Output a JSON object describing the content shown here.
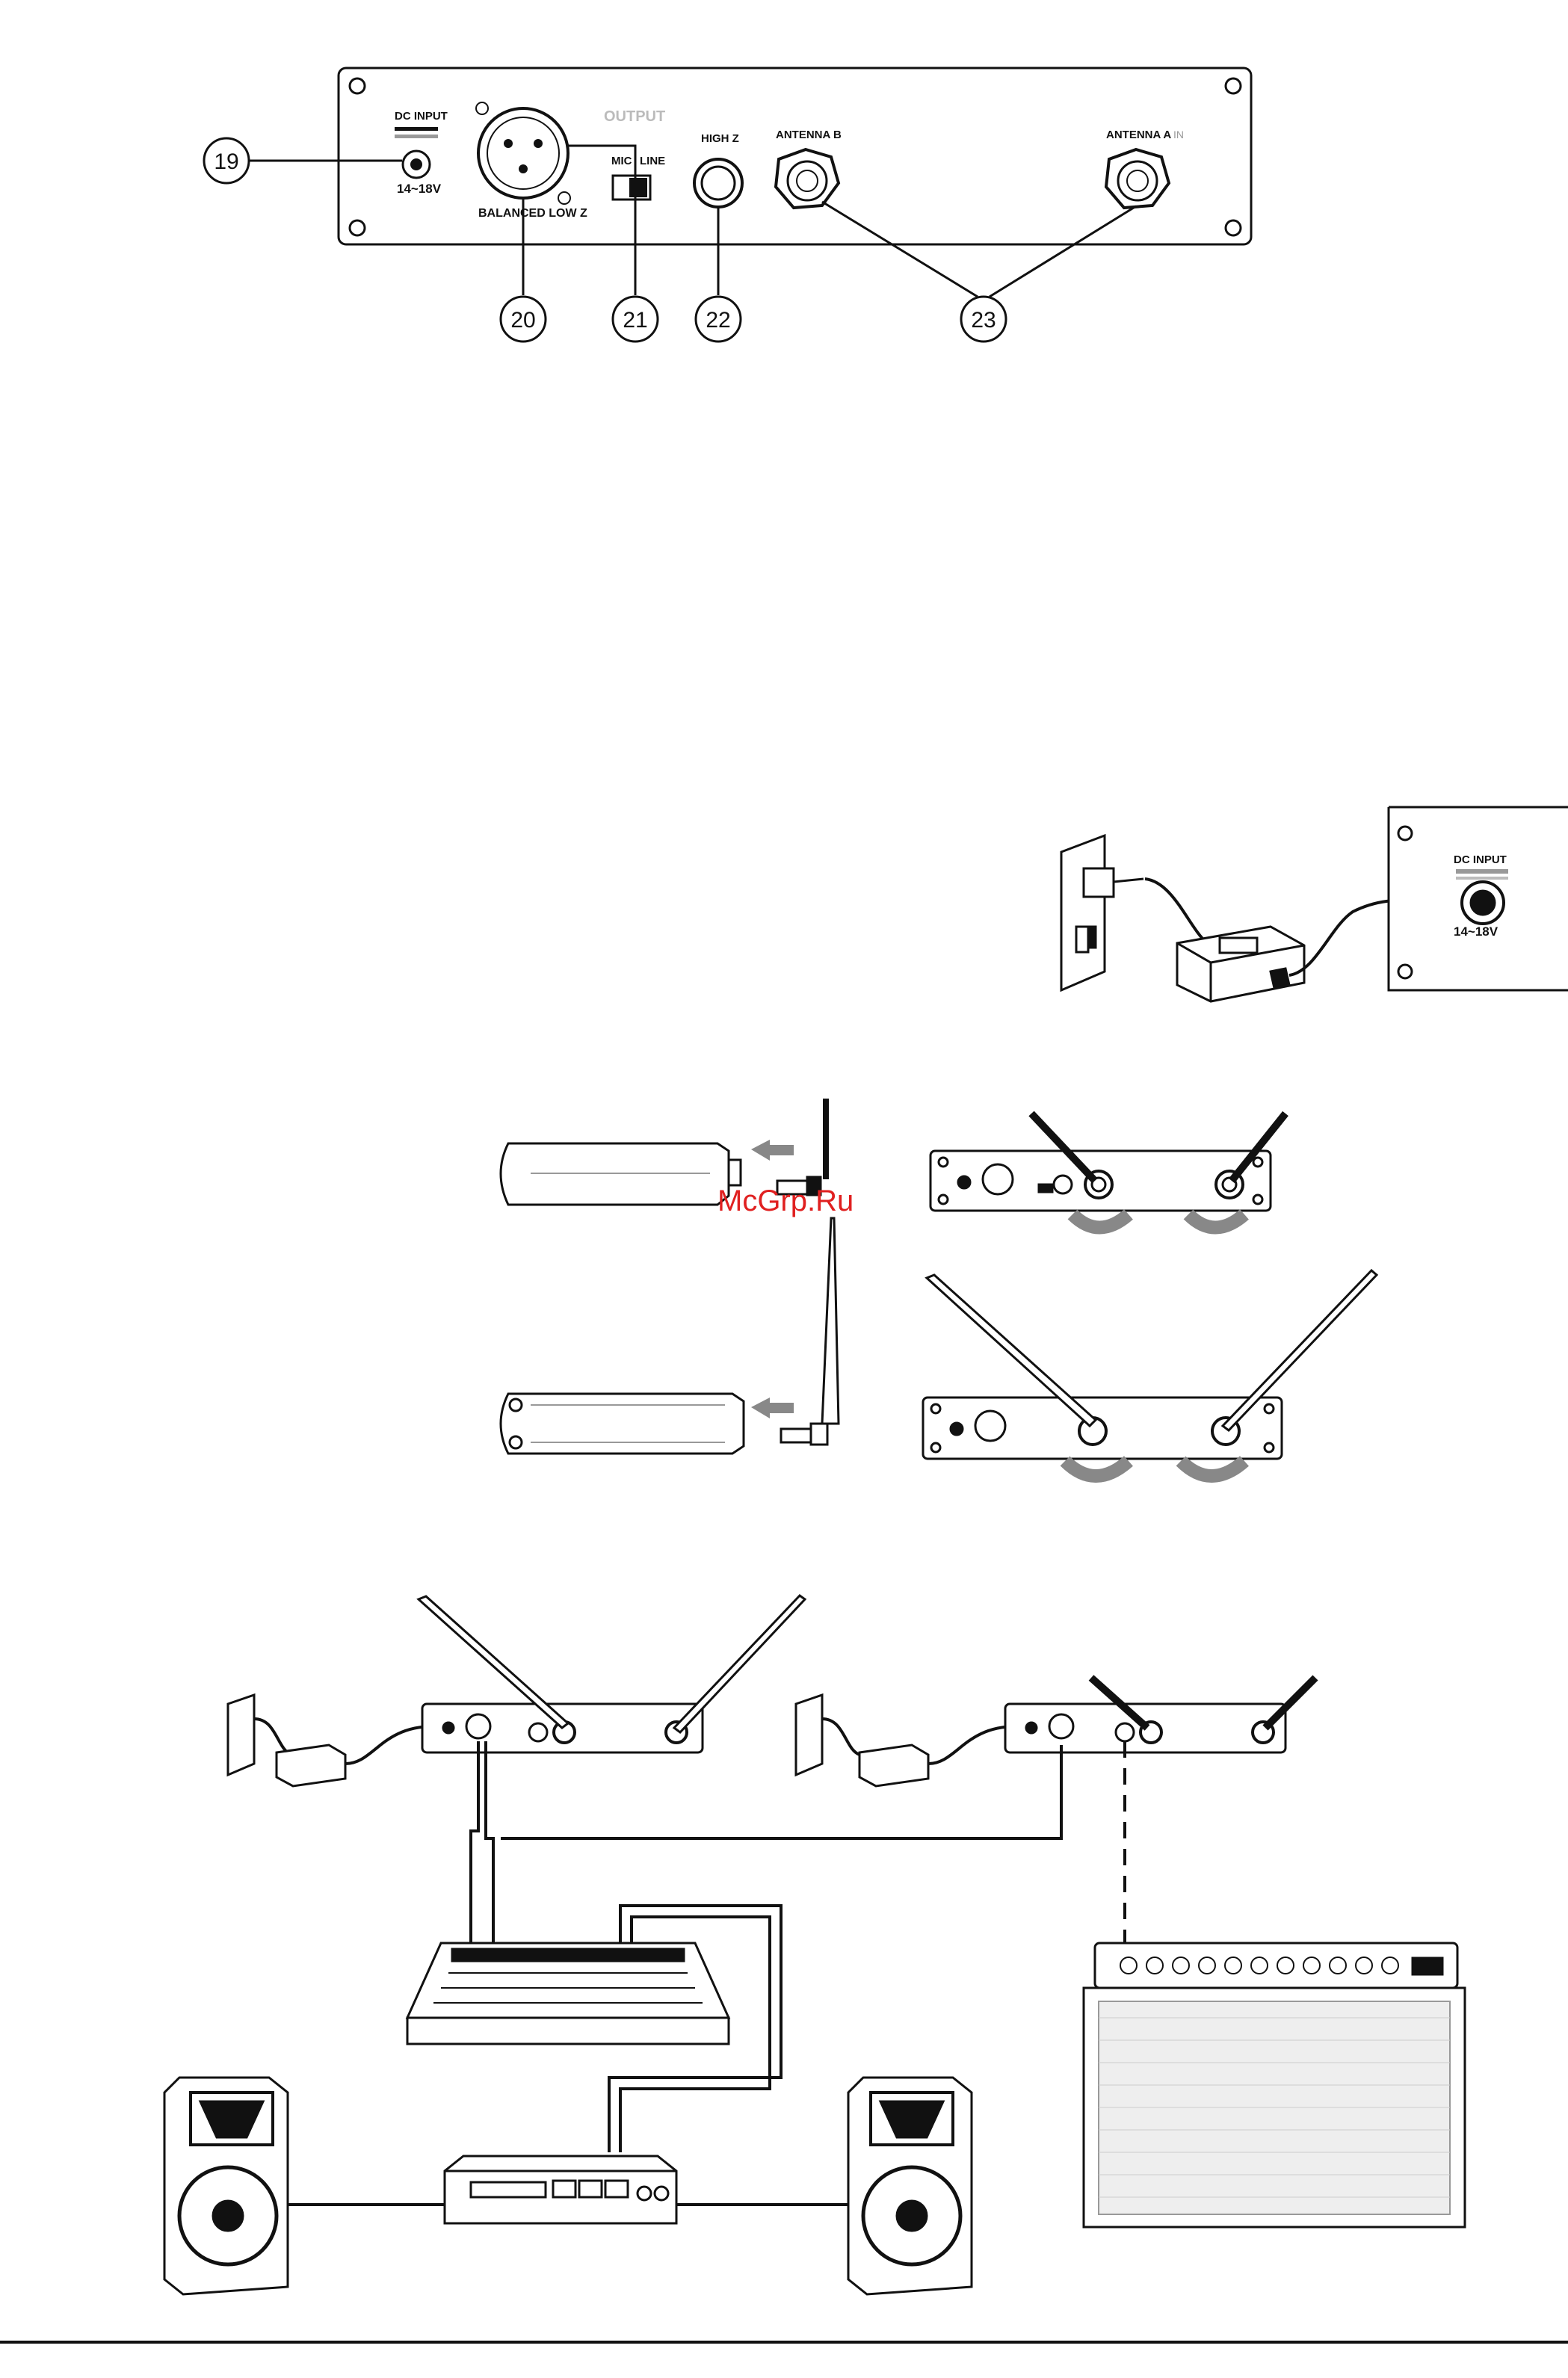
{
  "panel": {
    "dc_input": "DC INPUT",
    "voltage": "14~18V",
    "output": "OUTPUT",
    "balanced": "BALANCED LOW Z",
    "mic": "MIC",
    "line": "LINE",
    "high_z": "HIGH Z",
    "antenna_b": "ANTENNA B",
    "antenna_a": "ANTENNA A",
    "in": "IN"
  },
  "callouts": [
    "19",
    "20",
    "21",
    "22",
    "23"
  ],
  "power_detail": {
    "dc_input": "DC INPUT",
    "voltage": "14~18V"
  },
  "watermark": "McGrp.Ru",
  "icons": {
    "xlr": "xlr-connector-icon",
    "jack": "quarter-inch-jack-icon",
    "bnc": "bnc-antenna-connector-icon",
    "outlet": "wall-outlet-icon",
    "adapter": "power-adapter-icon",
    "rotate": "rotate-arrow-icon",
    "speaker": "speaker-cabinet-icon",
    "amp": "power-amplifier-icon",
    "mixer": "mixing-console-icon",
    "guitar_amp": "instrument-amplifier-icon"
  }
}
